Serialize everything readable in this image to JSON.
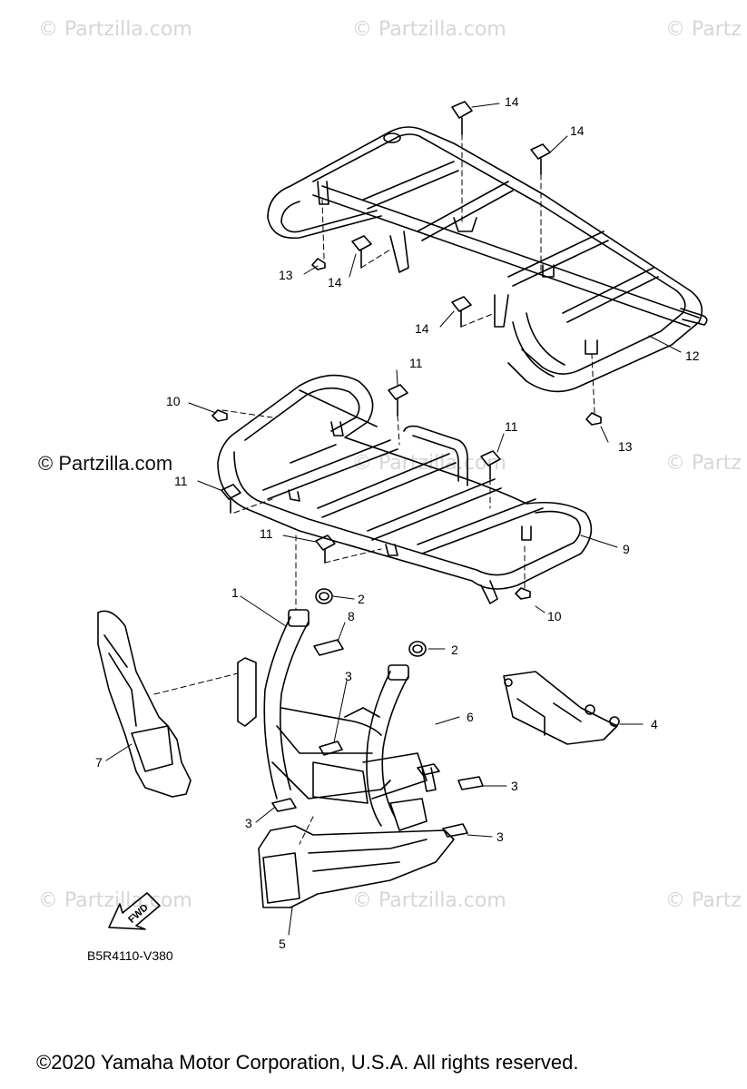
{
  "watermarks": {
    "faint": "© Partzilla.com",
    "main": "© Partzilla.com",
    "edge": "© Partz"
  },
  "callouts": [
    "1",
    "2",
    "2",
    "3",
    "3",
    "3",
    "3",
    "4",
    "5",
    "6",
    "7",
    "8",
    "9",
    "10",
    "10",
    "11",
    "11",
    "11",
    "11",
    "12",
    "13",
    "13",
    "14",
    "14",
    "14",
    "14"
  ],
  "direction_label": "FWD",
  "part_code": "B5R4110-V380",
  "copyright": "©2020 Yamaha Motor Corporation, U.S.A. All rights reserved."
}
